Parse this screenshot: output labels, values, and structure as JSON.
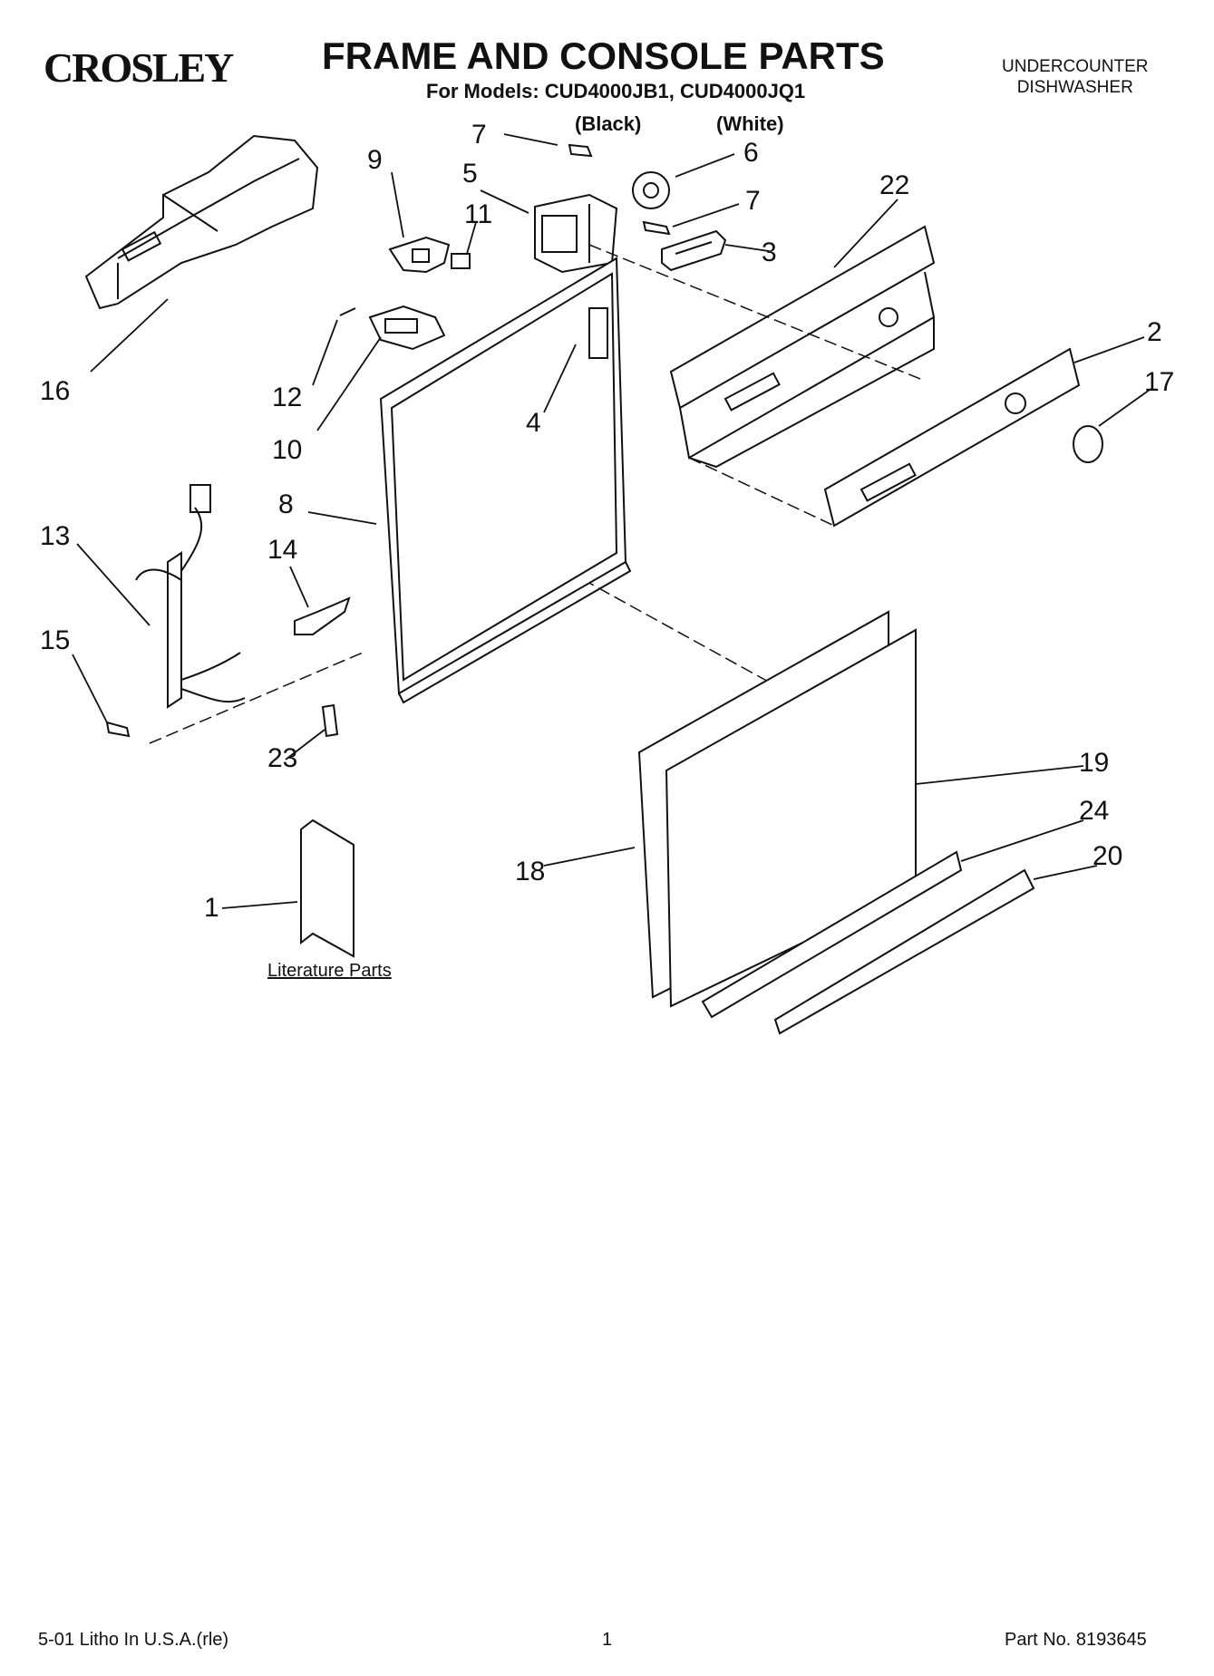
{
  "header": {
    "brand": "CROSLEY",
    "title": "FRAME AND CONSOLE PARTS",
    "models": "For Models: CUD4000JB1, CUD4000JQ1",
    "variant_black": "(Black)",
    "variant_white": "(White)",
    "product_type_line1": "UNDERCOUNTER",
    "product_type_line2": "DISHWASHER"
  },
  "callouts": [
    "7",
    "9",
    "5",
    "6",
    "11",
    "7",
    "22",
    "3",
    "16",
    "12",
    "10",
    "2",
    "17",
    "4",
    "8",
    "13",
    "14",
    "15",
    "23",
    "19",
    "24",
    "20",
    "18",
    "1"
  ],
  "literature_label": "Literature Parts",
  "footer": {
    "print_info": "5-01 Litho In U.S.A.(rle)",
    "page": "1",
    "part_no": "Part No. 8193645"
  }
}
